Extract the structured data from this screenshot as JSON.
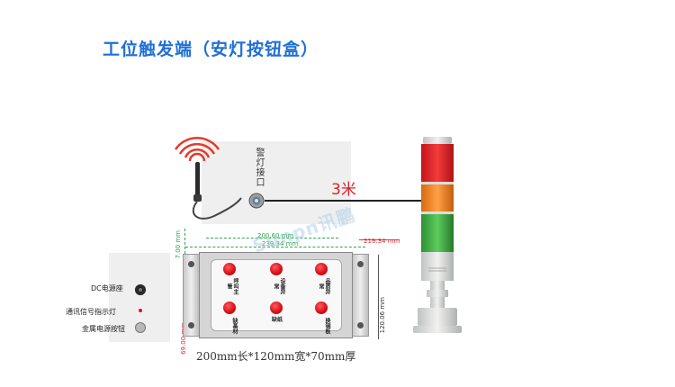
{
  "title": "工位触发端（安灯按钮盒）",
  "warning_port_label": "警灯接口",
  "distance_label": "3米",
  "dimensions": {
    "inner_width": "200.60 mm",
    "outer_width": "239.34 mm",
    "side_offset": "219.34 mm",
    "top_offset": "7.00 mm",
    "height": "120.06 mm",
    "bottom_offset": "69.00 mm"
  },
  "buttons": [
    {
      "label": "呼叫主管"
    },
    {
      "label": "设备异常"
    },
    {
      "label": "品质异常"
    },
    {
      "label": "缺基材"
    },
    {
      "label": "缺纸"
    },
    {
      "label": "换钢板"
    }
  ],
  "legend": [
    {
      "label": "DC电源座"
    },
    {
      "label": "通讯信号指示灯"
    },
    {
      "label": "金属电源按钮"
    }
  ],
  "caption": "200mm长*120mm宽*70mm厚",
  "watermark": "Sunpn讯鹏",
  "colors": {
    "title": "#1f6fd6",
    "button_red": "#e0141e",
    "dimension_green": "#2aa84a",
    "dimension_red": "#e0303a",
    "distance": "#d9202a"
  }
}
